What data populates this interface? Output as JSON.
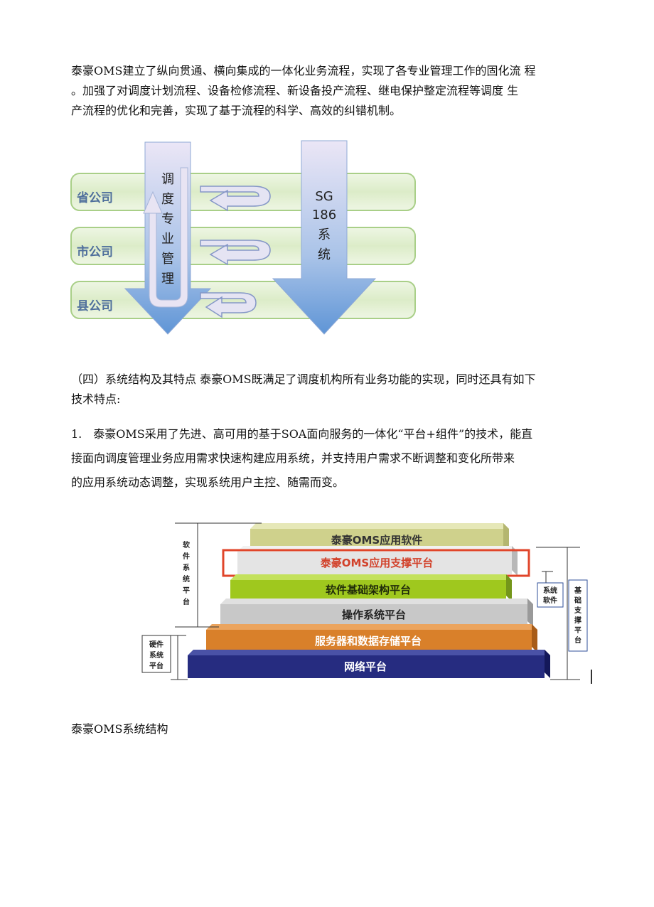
{
  "paragraphs": {
    "p1": [
      "泰豪OMS建立了纵向贯通、横向集成的一体化业务流程，实现了各专业管理工作的固化流 程",
      "。加强了对调度计划流程、设备检修流程、新设备投产流程、继电保护整定流程等调度 生",
      "产流程的优化和完善，实现了基于流程的科学、高效的纠错机制。"
    ],
    "p2": [
      "（四）系统结构及其特点 泰豪OMS既满足了调度机构所有业务功能的实现，同时还具有如下",
      "技术特点:"
    ],
    "p3": [
      "1.　泰豪OMS采用了先进、高可用的基于SOA面向服务的一体化“平台+组件”的技术，能直",
      "接面向调度管理业务应用需求快速构建应用系统，并支持用户需求不断调整和变化所带来",
      "的应用系统动态调整，实现系统用户主控、随需而变。"
    ]
  },
  "figure1": {
    "rows": [
      "省公司",
      "市公司",
      "县公司"
    ],
    "left_arrow_label": [
      "调",
      "度",
      "专",
      "业",
      "管",
      "理"
    ],
    "right_arrow_label": [
      "SG",
      "186",
      "系",
      "统"
    ]
  },
  "figure2": {
    "layers": [
      "泰豪OMS应用软件",
      "泰豪OMS应用支撑平台",
      "软件基础架构平台",
      "操作系统平台",
      "服务器和数据存储平台",
      "网络平台"
    ],
    "left_bracket_top": [
      "软",
      "件",
      "系",
      "统",
      "平",
      "台"
    ],
    "left_bracket_bottom": [
      "硬件",
      "系统",
      "平台"
    ],
    "right_box_small": [
      "系统",
      "软件"
    ],
    "right_box_tall": [
      "基",
      "础",
      "支",
      "撑",
      "平",
      "台"
    ],
    "layer_colors": [
      "#cfd18c",
      "#e4e4e4",
      "#9fc81e",
      "#c8c8c8",
      "#d9802a",
      "#262c80"
    ],
    "highlight_color": "#e0452a"
  },
  "caption": "泰豪OMS系统结构"
}
